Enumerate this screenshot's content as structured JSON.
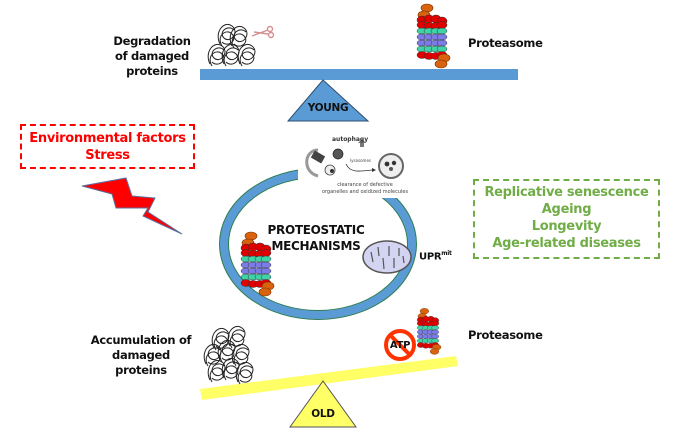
{
  "young": {
    "left_label": [
      "Degradation",
      "of damaged",
      "proteins"
    ],
    "right_label": "Proteasome",
    "fulcrum_label": "YOUNG",
    "beam_color": "#5b9bd5"
  },
  "old": {
    "left_label": [
      "Accumulation of",
      "damaged",
      "proteins"
    ],
    "right_label": "Proteasome",
    "fulcrum_label": "OLD",
    "atp_label": "ATP",
    "beam_color": "#ffff66"
  },
  "stress_box": {
    "lines": [
      "Environmental factors",
      "Stress"
    ],
    "color": "#ff0000"
  },
  "outcomes_box": {
    "lines": [
      "Replicative senescence",
      "Ageing",
      "Longevity",
      "Age-related diseases"
    ],
    "color": "#70ad47"
  },
  "center": {
    "title_lines": [
      "PROTEOSTATIC",
      "MECHANISMS"
    ],
    "upr_label": "UPR",
    "upr_superscript": "mit",
    "autophagy": {
      "label": "autophagy",
      "lysosomes_label": "lysosomes",
      "caption_lines": [
        "clearance of defective",
        "organelles and oxidized molecules"
      ]
    },
    "ring_color": "#5b9bd5"
  }
}
